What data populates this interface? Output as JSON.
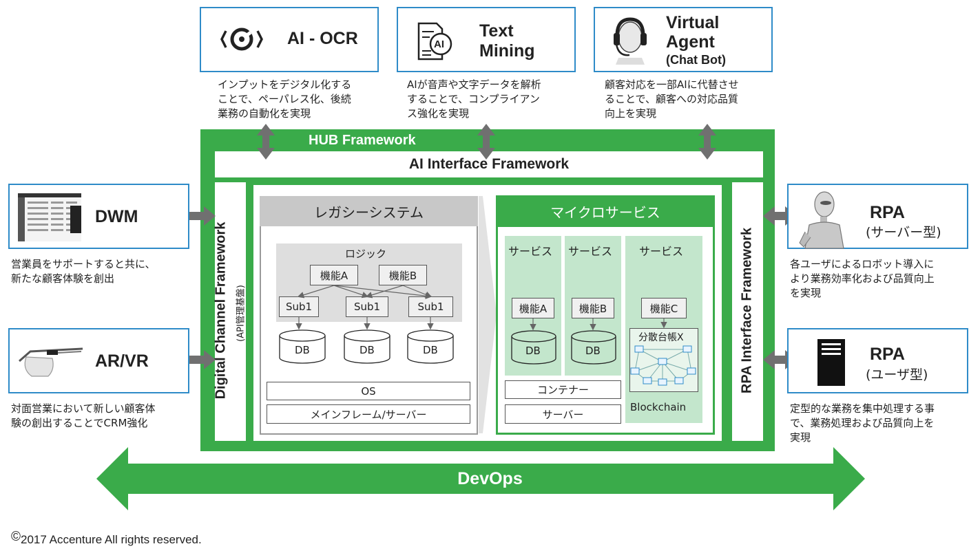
{
  "top": {
    "ocr": {
      "title": "AI - OCR",
      "desc": "インプットをデジタル化する\nことで、ペーパレス化、後続\n業務の自動化を実現"
    },
    "text_mining": {
      "title1": "Text",
      "title2": "Mining",
      "icon_text": "AI",
      "desc": "AIが音声や文字データを解析\nすることで、コンプライアン\nス強化を実現"
    },
    "agent": {
      "title1": "Virtual",
      "title2": "Agent",
      "title3": "(Chat Bot)",
      "desc": "顧客対応を一部AIに代替させ\nることで、顧客への対応品質\n向上を実現"
    }
  },
  "left": {
    "dwm": {
      "title": "DWM",
      "desc": "営業員をサポートすると共に、\n新たな顧客体験を創出"
    },
    "arvr": {
      "title": "AR/VR",
      "desc": "対面営業において新しい顧客体\n験の創出することでCRM強化"
    }
  },
  "right": {
    "rpa_server": {
      "title": "RPA",
      "sub": "(サーバー型)",
      "desc": "各ユーザによるロボット導入に\nより業務効率化および品質向上\nを実現"
    },
    "rpa_user": {
      "title": "RPA",
      "sub": "(ユーザ型)",
      "desc": "定型的な業務を集中処理する事\nで、業務処理および品質向上を\n実現"
    }
  },
  "hub": {
    "title": "HUB Framework",
    "ai_interface": "AI Interface Framework",
    "digital_channel": "Digital Channel Framework",
    "digital_channel_sub": "(API管理基盤)",
    "rpa_interface": "RPA Interface Framework"
  },
  "legacy": {
    "title": "レガシーシステム",
    "logic": "ロジック",
    "func_a": "機能A",
    "func_b": "機能B",
    "sub1": "Sub1",
    "db": "DB",
    "os": "OS",
    "mainframe": "メインフレーム/サーバー"
  },
  "micro": {
    "title": "マイクロサービス",
    "service": "サービス",
    "func_a": "機能A",
    "func_b": "機能B",
    "func_c": "機能C",
    "db": "DB",
    "ledger": "分散台帳X",
    "blockchain": "Blockchain",
    "container": "コンテナー",
    "server": "サーバー"
  },
  "devops": "DevOps",
  "copyright_symbol": "©",
  "copyright": "2017 Accenture All rights reserved."
}
